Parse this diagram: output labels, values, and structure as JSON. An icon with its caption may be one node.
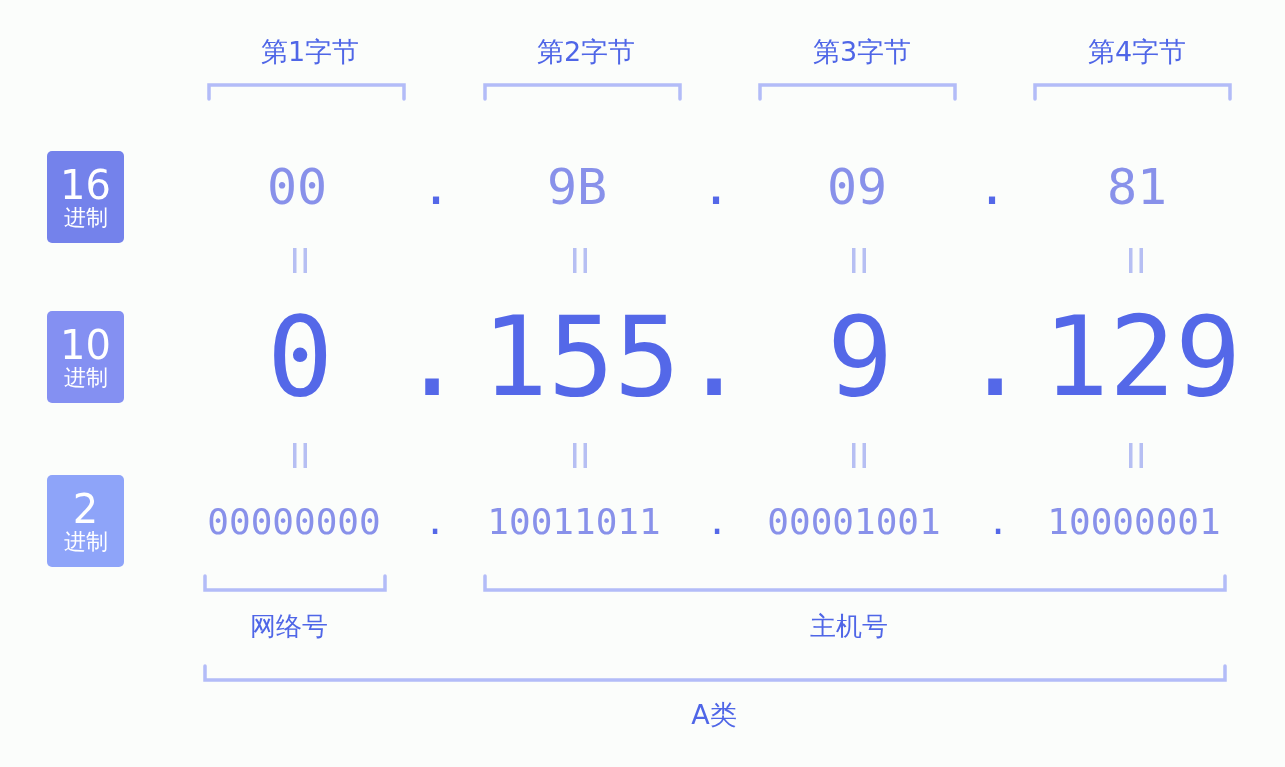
{
  "diagram": {
    "nodes": [
      {
        "text": [
          "16",
          "进制"
        ]
      },
      {
        "text": [
          "10",
          "进制"
        ]
      },
      {
        "text": [
          "2",
          "进制"
        ]
      }
    ],
    "labels": [
      "第1字节",
      "第2字节",
      "第3字节",
      "第4字节",
      "00",
      ".",
      "9B",
      ".",
      "09",
      ".",
      "81",
      "0",
      ".",
      "155",
      ".",
      "9",
      ".",
      "129",
      "00000000",
      ".",
      "10011011",
      ".",
      "00001001",
      ".",
      "10000001",
      "网络号",
      "主机号",
      "A类"
    ]
  }
}
